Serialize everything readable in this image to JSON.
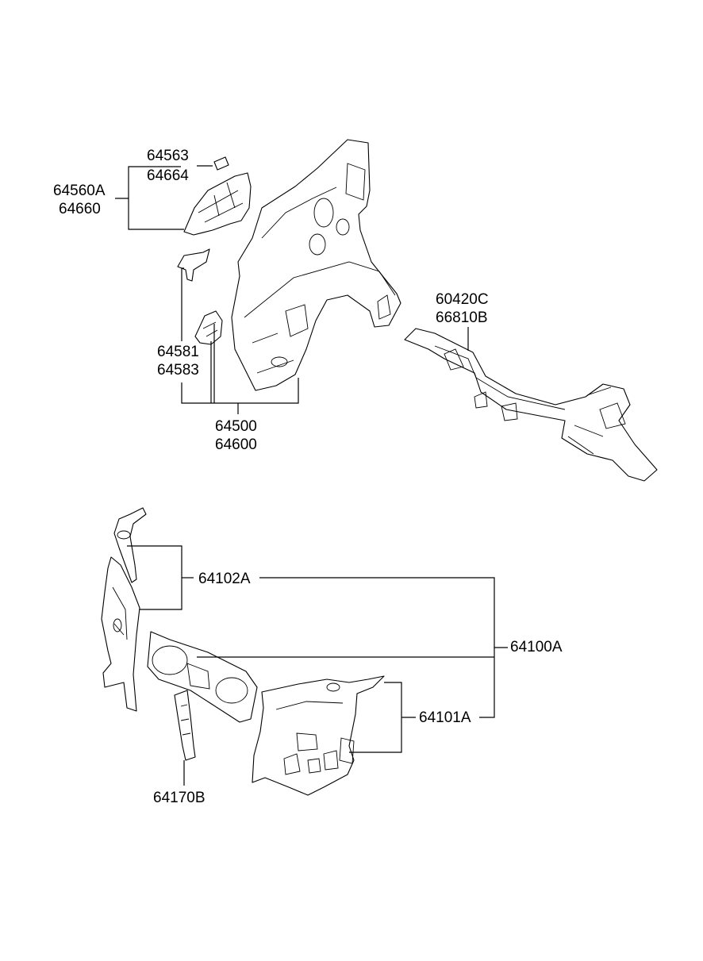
{
  "colors": {
    "line": "#000000",
    "background": "#ffffff"
  },
  "labels": {
    "l64563": "64563",
    "l64664": "64664",
    "l64560A": "64560A",
    "l64660": "64660",
    "l60420C": "60420C",
    "l66810B": "66810B",
    "l64581": "64581",
    "l64583": "64583",
    "l64500": "64500",
    "l64600": "64600",
    "l64102A": "64102A",
    "l64100A": "64100A",
    "l64101A": "64101A",
    "l64170B": "64170B"
  }
}
